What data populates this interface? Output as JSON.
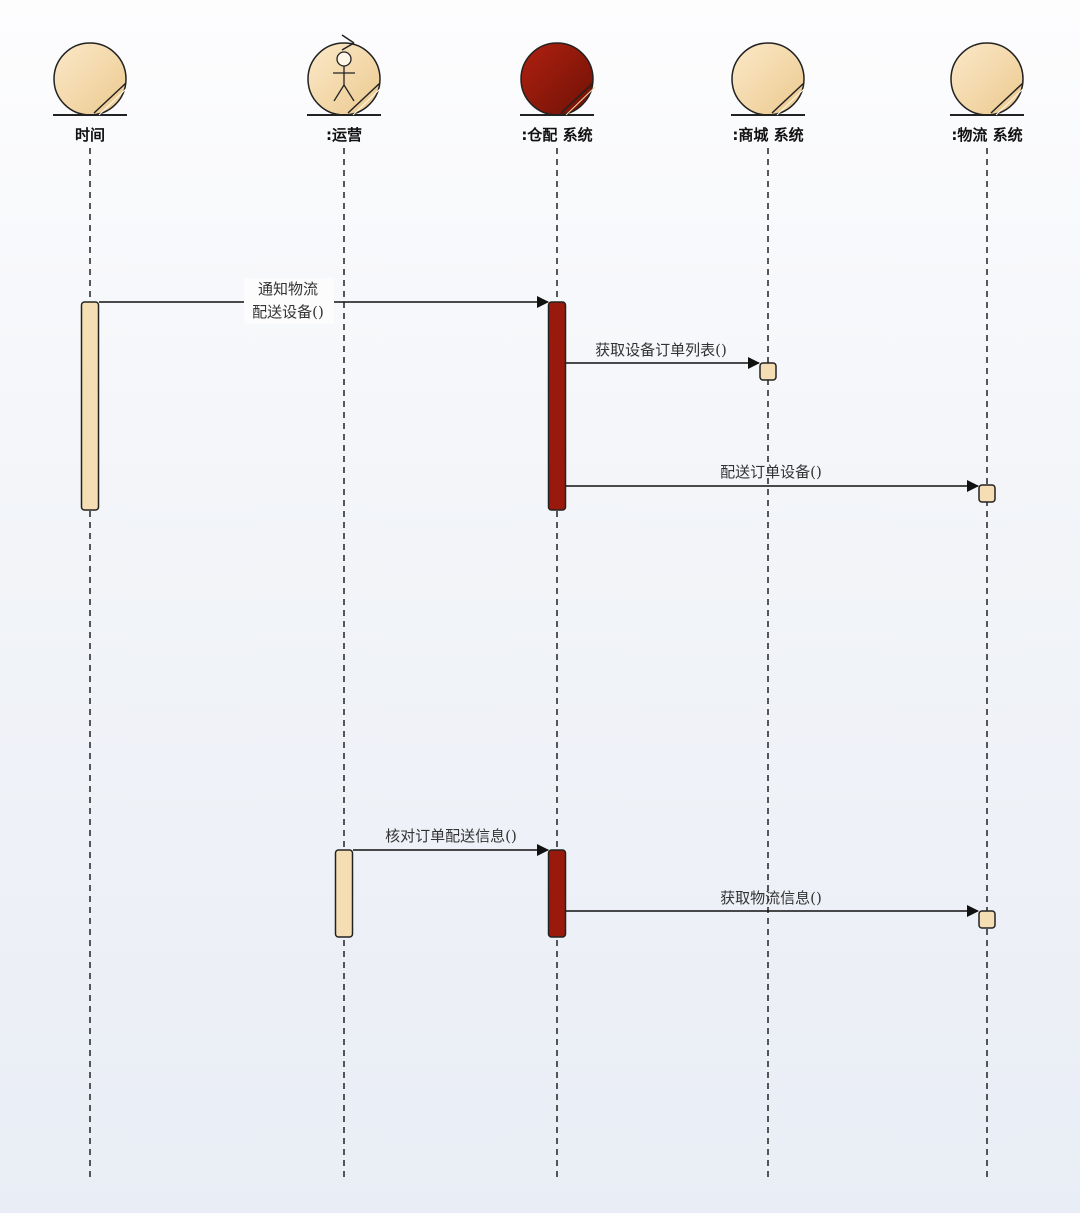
{
  "colors": {
    "participant_fill": "#f6deb4",
    "participant_highlight_fill": "#8a1a0c",
    "activation_fill": "#f6deb4",
    "activation_highlight_fill": "#991a0c",
    "stroke": "#222222"
  },
  "participants": [
    {
      "id": "time",
      "name": "时间",
      "icon": "timer-control-icon",
      "highlight": false
    },
    {
      "id": "ops",
      "name": ":运营",
      "icon": "actor-boundary-icon",
      "highlight": false
    },
    {
      "id": "wms",
      "name": ":仓配 系统",
      "icon": "control-icon",
      "highlight": true
    },
    {
      "id": "mall",
      "name": ":商城 系统",
      "icon": "control-icon",
      "highlight": false
    },
    {
      "id": "logistics",
      "name": ":物流 系统",
      "icon": "control-icon",
      "highlight": false
    }
  ],
  "messages": [
    {
      "from": "time",
      "to": "wms",
      "label_lines": [
        "通知物流",
        "配送设备()"
      ]
    },
    {
      "from": "wms",
      "to": "mall",
      "label_lines": [
        "获取设备订单列表()"
      ]
    },
    {
      "from": "wms",
      "to": "logistics",
      "label_lines": [
        "配送订单设备()"
      ]
    },
    {
      "from": "ops",
      "to": "wms",
      "label_lines": [
        "核对订单配送信息()"
      ]
    },
    {
      "from": "wms",
      "to": "logistics",
      "label_lines": [
        "获取物流信息()"
      ]
    }
  ]
}
